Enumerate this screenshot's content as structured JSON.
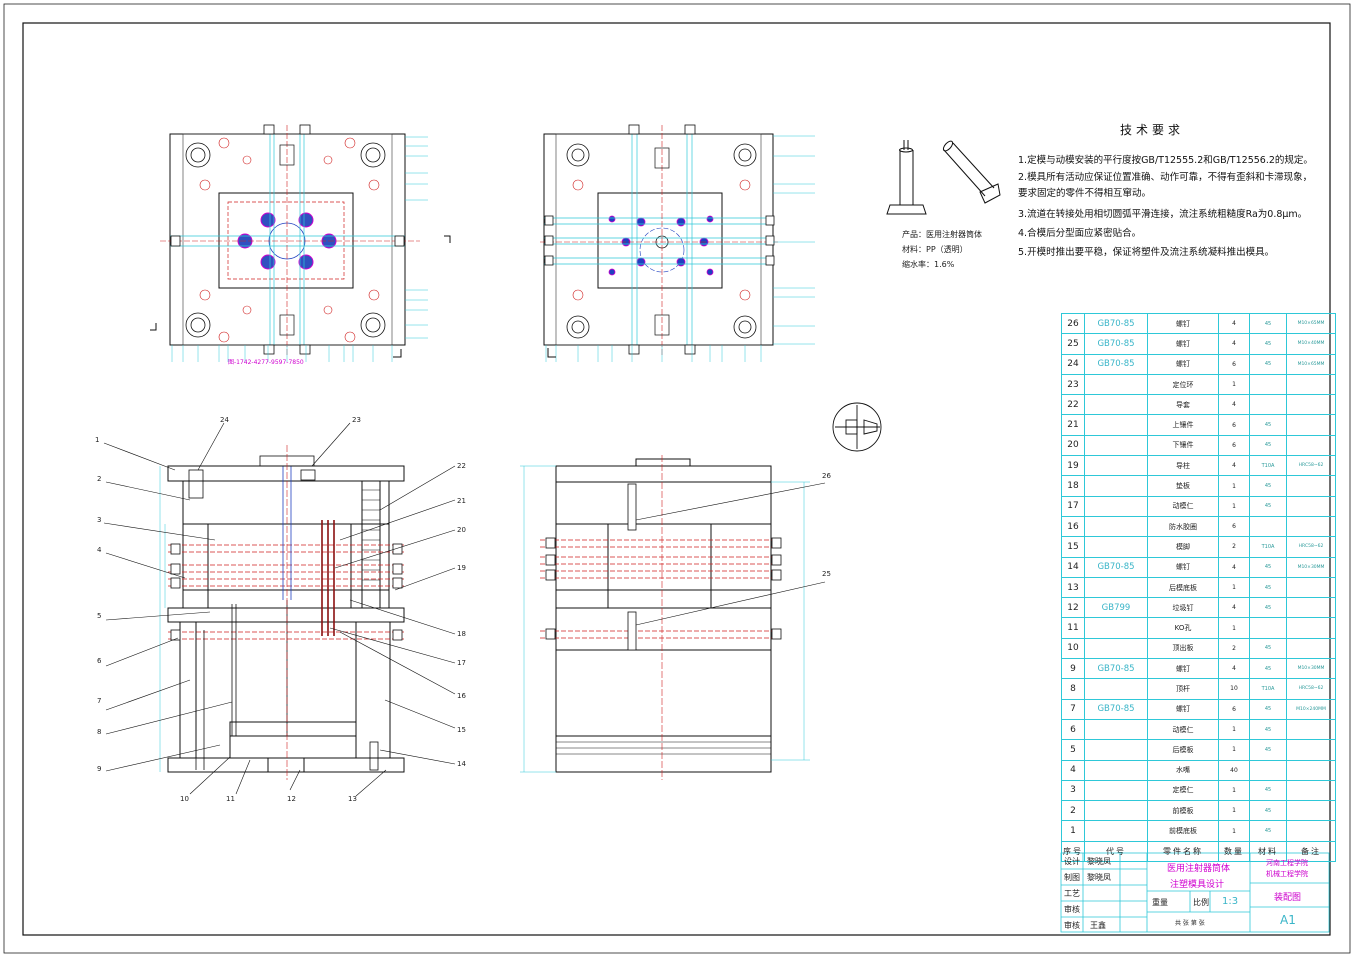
{
  "tech_requirements": {
    "title": "技术要求",
    "items": [
      "1.定模与动模安装的平行度按GB/T12555.2和GB/T12556.2的规定。",
      "2.模具所有活动应保证位置准确、动作可靠，不得有歪斜和卡滞现象，要求固定的零件不得相互窜动。",
      "3.流道在转接处用相切圆弧平滑连接，流注系统粗糙度Ra为0.8μm。",
      "4.合模后分型面应紧密贴合。",
      "5.开模时推出要平稳，保证将塑件及流注系统凝料推出模具。"
    ]
  },
  "product_info": {
    "product": "产品：医用注射器筒体",
    "material": "材料：PP（透明）",
    "shrinkage": "缩水率：1.6%"
  },
  "magenta_note": "图-1742-4277-9597-7850",
  "part_labels": [
    "1",
    "2",
    "3",
    "4",
    "5",
    "6",
    "7",
    "8",
    "9",
    "10",
    "11",
    "12",
    "13",
    "14",
    "15",
    "16",
    "17",
    "18",
    "19",
    "20",
    "21",
    "22",
    "23",
    "24",
    "25",
    "26"
  ],
  "bom": {
    "rows": [
      {
        "no": "26",
        "code": "GB70-85",
        "name": "螺钉",
        "qty": "4",
        "material": "45",
        "note": "M10×65MM"
      },
      {
        "no": "25",
        "code": "GB70-85",
        "name": "螺钉",
        "qty": "4",
        "material": "45",
        "note": "M10×40MM"
      },
      {
        "no": "24",
        "code": "GB70-85",
        "name": "螺钉",
        "qty": "6",
        "material": "45",
        "note": "M10×65MM"
      },
      {
        "no": "23",
        "code": "",
        "name": "定位环",
        "qty": "1",
        "material": "",
        "note": ""
      },
      {
        "no": "22",
        "code": "",
        "name": "导套",
        "qty": "4",
        "material": "",
        "note": ""
      },
      {
        "no": "21",
        "code": "",
        "name": "上镶件",
        "qty": "6",
        "material": "45",
        "note": ""
      },
      {
        "no": "20",
        "code": "",
        "name": "下镶件",
        "qty": "6",
        "material": "45",
        "note": ""
      },
      {
        "no": "19",
        "code": "",
        "name": "导柱",
        "qty": "4",
        "material": "T10A",
        "note": "HRC58~62"
      },
      {
        "no": "18",
        "code": "",
        "name": "垫板",
        "qty": "1",
        "material": "45",
        "note": ""
      },
      {
        "no": "17",
        "code": "",
        "name": "动模仁",
        "qty": "1",
        "material": "45",
        "note": ""
      },
      {
        "no": "16",
        "code": "",
        "name": "防水胶圈",
        "qty": "6",
        "material": "",
        "note": ""
      },
      {
        "no": "15",
        "code": "",
        "name": "模脚",
        "qty": "2",
        "material": "T10A",
        "note": "HRC58~62"
      },
      {
        "no": "14",
        "code": "GB70-85",
        "name": "螺钉",
        "qty": "4",
        "material": "45",
        "note": "M10×30MM"
      },
      {
        "no": "13",
        "code": "",
        "name": "后模底板",
        "qty": "1",
        "material": "45",
        "note": ""
      },
      {
        "no": "12",
        "code": "GB799",
        "name": "垃圾钉",
        "qty": "4",
        "material": "45",
        "note": ""
      },
      {
        "no": "11",
        "code": "",
        "name": "KO孔",
        "qty": "1",
        "material": "",
        "note": ""
      },
      {
        "no": "10",
        "code": "",
        "name": "顶出板",
        "qty": "2",
        "material": "45",
        "note": ""
      },
      {
        "no": "9",
        "code": "GB70-85",
        "name": "螺钉",
        "qty": "4",
        "material": "45",
        "note": "M10×30MM"
      },
      {
        "no": "8",
        "code": "",
        "name": "顶杆",
        "qty": "10",
        "material": "T10A",
        "note": "HRC58~62"
      },
      {
        "no": "7",
        "code": "GB70-85",
        "name": "螺钉",
        "qty": "6",
        "material": "45",
        "note": "M10×240MM"
      },
      {
        "no": "6",
        "code": "",
        "name": "动模仁",
        "qty": "1",
        "material": "45",
        "note": ""
      },
      {
        "no": "5",
        "code": "",
        "name": "后模板",
        "qty": "1",
        "material": "45",
        "note": ""
      },
      {
        "no": "4",
        "code": "",
        "name": "水嘴",
        "qty": "40",
        "material": "",
        "note": ""
      },
      {
        "no": "3",
        "code": "",
        "name": "定模仁",
        "qty": "1",
        "material": "45",
        "note": ""
      },
      {
        "no": "2",
        "code": "",
        "name": "前模板",
        "qty": "1",
        "material": "45",
        "note": ""
      },
      {
        "no": "1",
        "code": "",
        "name": "前模底板",
        "qty": "1",
        "material": "45",
        "note": ""
      }
    ],
    "header": {
      "no": "序号",
      "code": "代号",
      "name": "零件名称",
      "qty": "数量",
      "material": "材料",
      "note": "备注"
    }
  },
  "title_block": {
    "design_label": "设计",
    "design_name": "黎晓凤",
    "draw_label": "制图",
    "draw_name": "黎晓凤",
    "process_label": "工艺",
    "review_label": "审核",
    "approve_label": "审核",
    "approve_name": "王鑫",
    "drawing_title_1": "医用注射器筒体",
    "drawing_title_2": "注塑模具设计",
    "weight_label": "重量",
    "scale_label": "比例",
    "scale_value": "1:3",
    "sheet_info": "共  张  第  张",
    "school_1": "河南工程学院",
    "school_2": "机械工程学院",
    "drawing_type": "装配图",
    "paper_size": "A1"
  },
  "colors": {
    "outline": "#000000",
    "cyan": "#2ec8d8",
    "red": "#e03030",
    "magenta": "#d000d0",
    "blue": "#2040c0"
  }
}
